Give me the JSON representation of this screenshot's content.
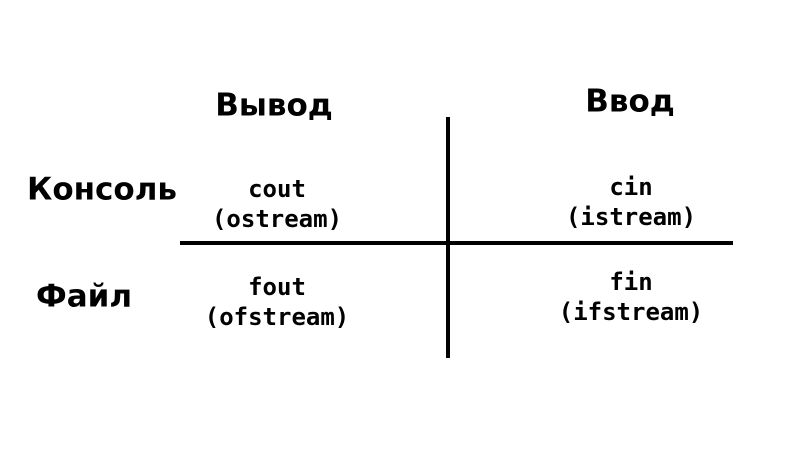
{
  "headers": {
    "output": "Вывод",
    "input": "Ввод"
  },
  "rows": {
    "console": "Консоль",
    "file": "Файл"
  },
  "cells": {
    "console_output": {
      "name": "cout",
      "type": "(ostream)"
    },
    "console_input": {
      "name": "cin",
      "type": "(istream)"
    },
    "file_output": {
      "name": "fout",
      "type": "(ofstream)"
    },
    "file_input": {
      "name": "fin",
      "type": "(ifstream)"
    }
  }
}
